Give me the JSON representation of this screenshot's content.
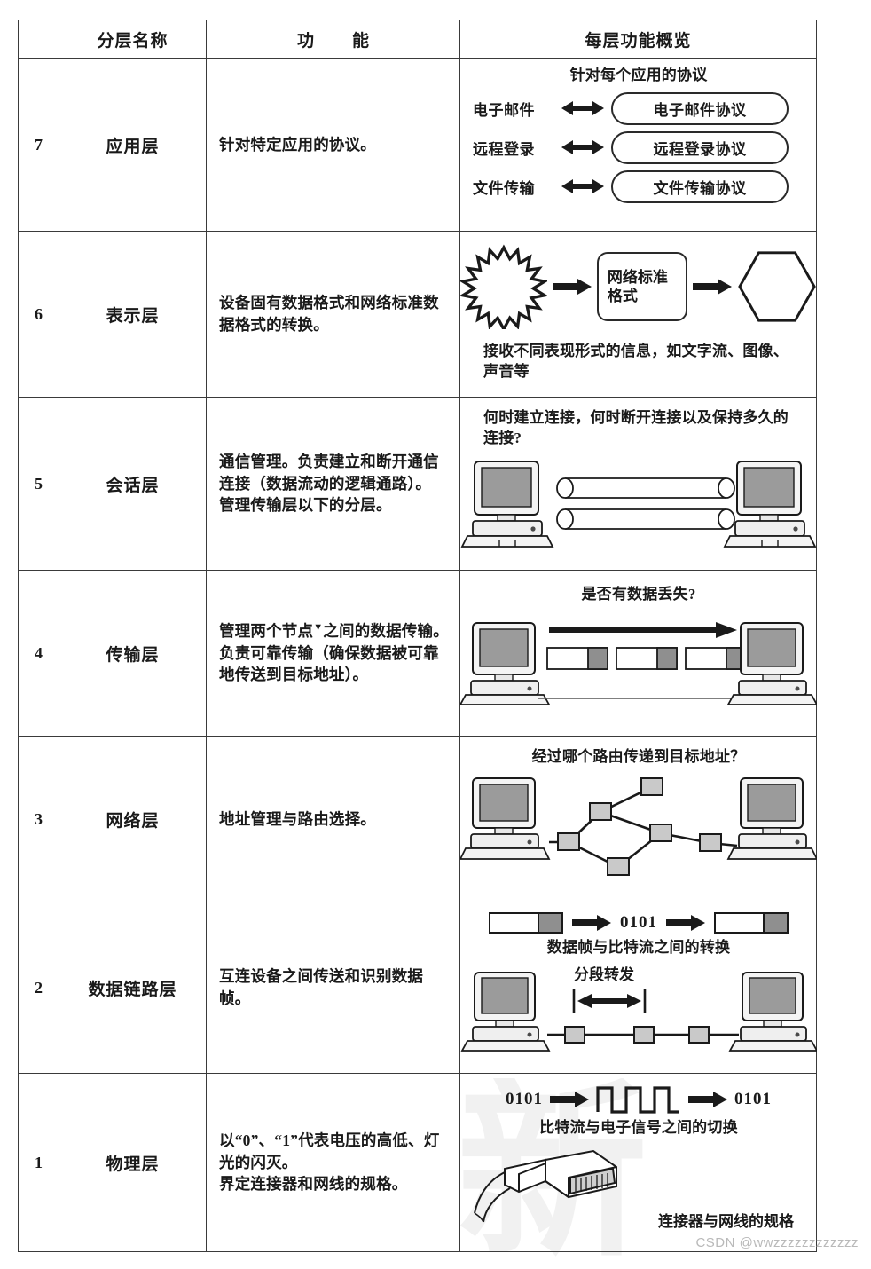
{
  "table": {
    "headers": {
      "number": "",
      "layer_name": "分层名称",
      "function": "功　能",
      "overview": "每层功能概览"
    },
    "rows": [
      {
        "number": "7",
        "layer_name": "应用层",
        "function": "针对特定应用的协议。",
        "diagram": {
          "title": "针对每个应用的协议",
          "pairs": [
            {
              "left": "电子邮件",
              "right": "电子邮件协议"
            },
            {
              "left": "远程登录",
              "right": "远程登录协议"
            },
            {
              "left": "文件传输",
              "right": "文件传输协议"
            }
          ]
        }
      },
      {
        "number": "6",
        "layer_name": "表示层",
        "function": "设备固有数据格式和网络标准数据格式的转换。",
        "diagram": {
          "box_label_line1": "网络标准",
          "box_label_line2": "格式",
          "caption": "接收不同表现形式的信息，如文字流、图像、声音等"
        }
      },
      {
        "number": "5",
        "layer_name": "会话层",
        "function": "通信管理。负责建立和断开通信连接（数据流动的逻辑通路）。\n管理传输层以下的分层。",
        "diagram": {
          "caption": "何时建立连接，何时断开连接以及保持多久的连接?"
        }
      },
      {
        "number": "4",
        "layer_name": "传输层",
        "function_parts": {
          "before": "管理两个节点",
          "sup": "▼",
          "after": "之间的数据传输。负责可靠传输（确保数据被可靠地传送到目标地址）。"
        },
        "diagram": {
          "caption": "是否有数据丢失?"
        }
      },
      {
        "number": "3",
        "layer_name": "网络层",
        "function": "地址管理与路由选择。",
        "diagram": {
          "caption": "经过哪个路由传递到目标地址？"
        }
      },
      {
        "number": "2",
        "layer_name": "数据链路层",
        "function": "互连设备之间传送和识别数据帧。",
        "diagram": {
          "bits": "0101",
          "caption_top": "数据帧与比特流之间的转换",
          "segment_label": "分段转发"
        }
      },
      {
        "number": "1",
        "layer_name": "物理层",
        "function": "以“0”、“1”代表电压的高低、灯光的闪灭。\n界定连接器和网线的规格。",
        "diagram": {
          "bits_left": "0101",
          "bits_right": "0101",
          "caption_top": "比特流与电子信号之间的切换",
          "caption_bottom": "连接器与网线的规格"
        }
      }
    ]
  },
  "watermark": {
    "character": "新",
    "credit": "CSDN @wwzzzzzzzzzzzz"
  }
}
